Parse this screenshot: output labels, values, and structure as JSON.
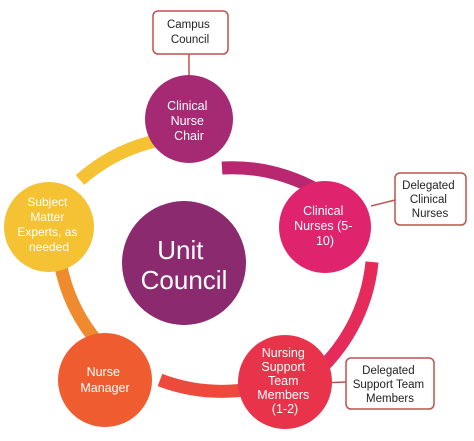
{
  "center": {
    "lines": [
      "Unit",
      "Council"
    ],
    "color": "#8b2a6e"
  },
  "nodes": [
    {
      "id": "clinical-nurse-chair",
      "lines": [
        "Clinical",
        "Nurse",
        "Chair"
      ],
      "color": "#a62a73"
    },
    {
      "id": "clinical-nurses",
      "lines": [
        "Clinical",
        "Nurses (5-",
        "10)"
      ],
      "color": "#e0236d"
    },
    {
      "id": "nursing-support-team",
      "lines": [
        "Nursing",
        "Support",
        "Team",
        "Members",
        "(1-2)"
      ],
      "color": "#e8334a"
    },
    {
      "id": "nurse-manager",
      "lines": [
        "Nurse",
        "Manager"
      ],
      "color": "#ee5c2f"
    },
    {
      "id": "subject-matter-experts",
      "lines": [
        "Subject",
        "Matter",
        "Experts, as",
        "needed"
      ],
      "color": "#f4c233"
    }
  ],
  "callouts": [
    {
      "id": "campus-council",
      "lines": [
        "Campus",
        "Council"
      ]
    },
    {
      "id": "delegated-clinical-nurses",
      "lines": [
        "Delegated",
        "Clinical",
        "Nurses"
      ]
    },
    {
      "id": "delegated-support-team",
      "lines": [
        "Delegated",
        "Support Team",
        "Members"
      ]
    }
  ],
  "colors": {
    "ring_gradient": [
      "#a62a73",
      "#d3246f",
      "#e8334a",
      "#ee6a2c",
      "#f4c233"
    ],
    "callout_border": "#c0504d"
  }
}
